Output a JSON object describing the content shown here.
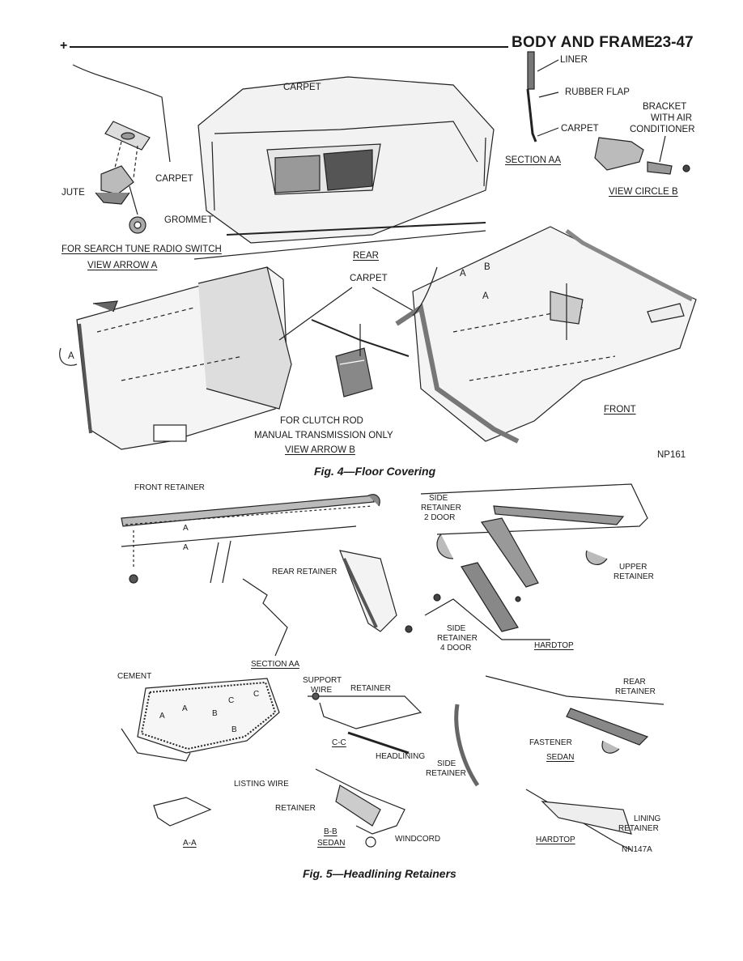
{
  "header": {
    "section_title": "BODY AND FRAME",
    "page_number": "23-47"
  },
  "fig4": {
    "caption": "Fig. 4—Floor Covering",
    "code": "NP161",
    "labels": {
      "carpet_top": "CARPET",
      "carpet_left": "CARPET",
      "jute": "JUTE",
      "grommet": "GROMMET",
      "search_tune": "FOR SEARCH TUNE RADIO SWITCH",
      "view_arrow_a": "VIEW ARROW A",
      "rear": "REAR",
      "carpet_mid": "CARPET",
      "liner": "LINER",
      "rubber_flap": "RUBBER FLAP",
      "carpet_section": "CARPET",
      "section_aa": "SECTION AA",
      "bracket": "BRACKET",
      "with_air": "WITH AIR",
      "conditioner": "CONDITIONER",
      "view_circle_b": "VIEW CIRCLE B",
      "callout_a1": "A",
      "callout_b": "B",
      "callout_a2": "A",
      "callout_a3": "A",
      "clutch_rod": "FOR CLUTCH ROD",
      "manual_trans": "MANUAL TRANSMISSION ONLY",
      "view_arrow_b": "VIEW ARROW B",
      "front": "FRONT"
    }
  },
  "fig5": {
    "caption": "Fig. 5—Headlining Retainers",
    "code": "NN147A",
    "labels": {
      "front_retainer": "FRONT RETAINER",
      "a1": "A",
      "a2": "A",
      "rear_retainer": "REAR RETAINER",
      "section_aa": "SECTION AA",
      "side_retainer_2door_1": "SIDE",
      "side_retainer_2door_2": "RETAINER",
      "side_retainer_2door_3": "2 DOOR",
      "upper_retainer_1": "UPPER",
      "upper_retainer_2": "RETAINER",
      "side_retainer_4door_1": "SIDE",
      "side_retainer_4door_2": "RETAINER",
      "side_retainer_4door_3": "4 DOOR",
      "hardtop_1": "HARDTOP",
      "cement": "CEMENT",
      "ca": "A",
      "ca2": "A",
      "cb": "B",
      "cb2": "B",
      "cc": "C",
      "cc2": "C",
      "support_wire_1": "SUPPORT",
      "support_wire_2": "WIRE",
      "retainer_top": "RETAINER",
      "cc_section": "C-C",
      "headlining": "HEADLINING",
      "listing_wire": "LISTING WIRE",
      "retainer_bb": "RETAINER",
      "bb_section": "B-B",
      "sedan_1": "SEDAN",
      "windcord": "WINDCORD",
      "aa_section": "A-A",
      "side_retainer_1": "SIDE",
      "side_retainer_2": "RETAINER",
      "rear_retainer_1": "REAR",
      "rear_retainer_2": "RETAINER",
      "fastener": "FASTENER",
      "sedan_2": "SEDAN",
      "lining_retainer_1": "LINING",
      "lining_retainer_2": "RETAINER",
      "hardtop_2": "HARDTOP"
    }
  }
}
